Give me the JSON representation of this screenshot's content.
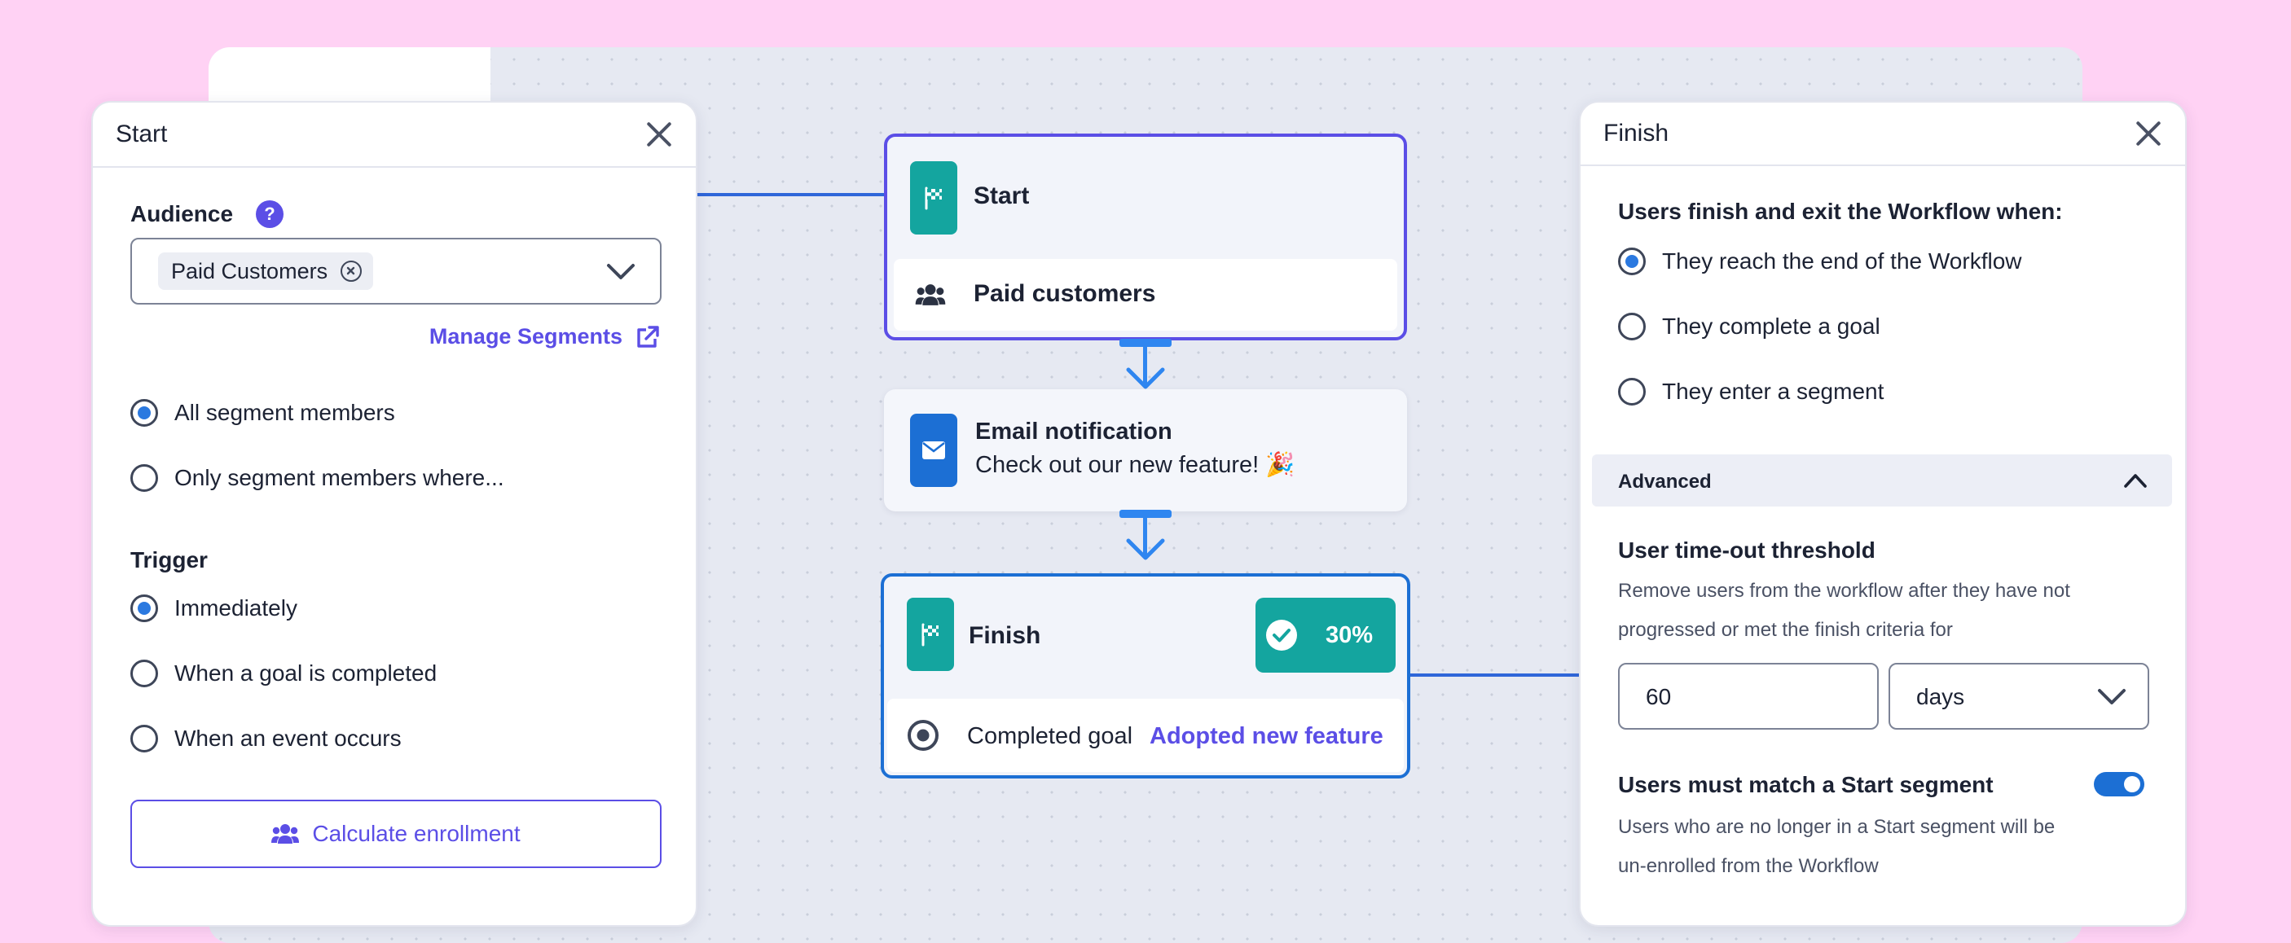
{
  "start_panel": {
    "title": "Start",
    "audience_label": "Audience",
    "help_icon_text": "?",
    "selected_segment": "Paid Customers",
    "manage_segments_label": "Manage Segments",
    "audience_options": [
      {
        "label": "All segment members",
        "selected": true
      },
      {
        "label": "Only segment members where...",
        "selected": false
      }
    ],
    "trigger_label": "Trigger",
    "trigger_options": [
      {
        "label": "Immediately",
        "selected": true
      },
      {
        "label": "When a goal is completed",
        "selected": false
      },
      {
        "label": "When an event occurs",
        "selected": false
      }
    ],
    "calculate_label": "Calculate enrollment"
  },
  "workflow": {
    "start_node": {
      "title": "Start",
      "audience": "Paid customers"
    },
    "email_node": {
      "title": "Email notification",
      "message": "Check out our new feature! 🎉"
    },
    "finish_node": {
      "title": "Finish",
      "percent": "30%",
      "goal_prefix": "Completed goal",
      "goal_name": "Adopted new feature"
    }
  },
  "finish_panel": {
    "title": "Finish",
    "exit_label": "Users finish and exit the Workflow when:",
    "exit_options": [
      {
        "label": "They reach the end of the Workflow",
        "selected": true
      },
      {
        "label": "They complete a goal",
        "selected": false
      },
      {
        "label": "They enter a segment",
        "selected": false
      }
    ],
    "advanced_label": "Advanced",
    "timeout_label": "User time-out threshold",
    "timeout_desc_1": "Remove users from the workflow after they have not",
    "timeout_desc_2": "progressed or met the finish criteria for",
    "timeout_value": "60",
    "timeout_unit": "days",
    "match_label": "Users must match a Start segment",
    "match_enabled": true,
    "match_desc_1": "Users who are no longer in a Start segment will be",
    "match_desc_2": "un-enrolled from the Workflow"
  },
  "colors": {
    "background": "#ffd2f4",
    "accent_purple": "#5b4ee6",
    "accent_blue": "#2b79e0",
    "teal": "#14a59f"
  }
}
